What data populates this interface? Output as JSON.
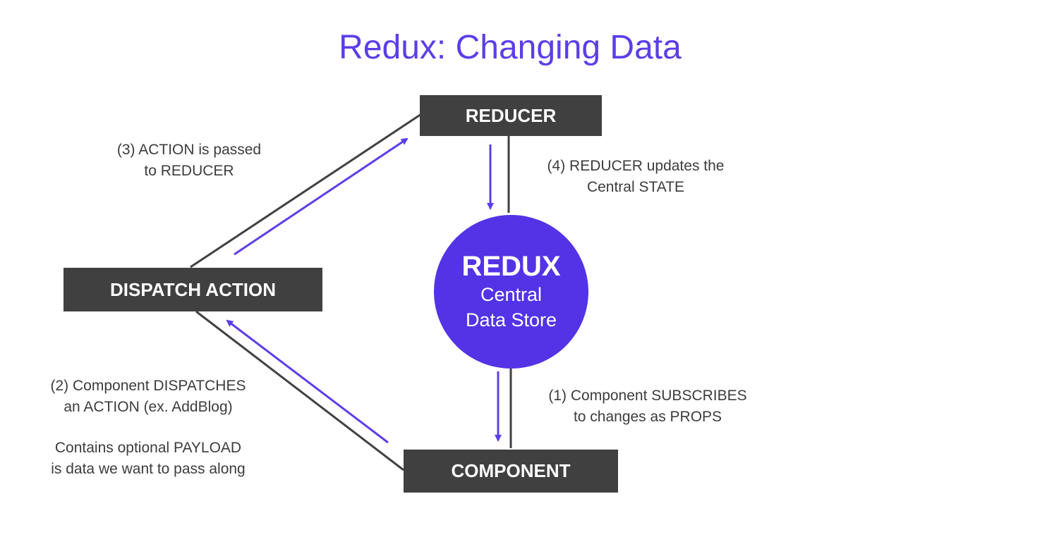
{
  "title": "Redux: Changing Data",
  "nodes": {
    "reducer": "REDUCER",
    "dispatch": "DISPATCH ACTION",
    "component": "COMPONENT",
    "store": {
      "title": "REDUX",
      "line1": "Central",
      "line2": "Data Store"
    }
  },
  "notes": {
    "step1": [
      "(1) Component SUBSCRIBES",
      "to changes as PROPS"
    ],
    "step2": [
      "(2) Component DISPATCHES",
      "an ACTION (ex. AddBlog)"
    ],
    "step2_payload": [
      "Contains optional PAYLOAD",
      "is data we want to pass along"
    ],
    "step3": [
      "(3) ACTION is passed",
      "to REDUCER"
    ],
    "step4": [
      "(4) REDUCER updates the",
      "Central STATE"
    ]
  },
  "colors": {
    "title": "#5a3fe8",
    "box": "#404040",
    "store": "#5433e6",
    "arrow": "#5a3fe8",
    "line": "#404040"
  }
}
